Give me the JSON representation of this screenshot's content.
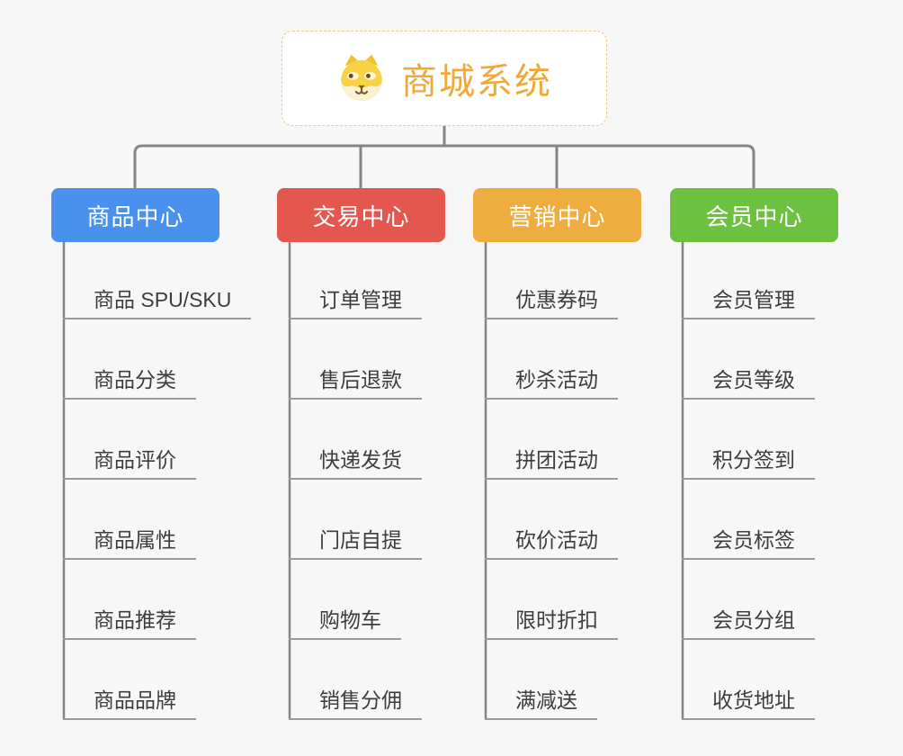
{
  "colors": {
    "background": "#f7f7f7",
    "connector": "#858585",
    "leaf_underline": "#9a9a9a",
    "leaf_text": "#3d3d3d"
  },
  "root": {
    "label": "商城系统",
    "text_color": "#f0a83b",
    "border_color": "#f3c77e",
    "icon": "dog-face-icon"
  },
  "branches": [
    {
      "label": "商品中心",
      "color": "#4a91ee",
      "children": [
        "商品 SPU/SKU",
        "商品分类",
        "商品评价",
        "商品属性",
        "商品推荐",
        "商品品牌"
      ]
    },
    {
      "label": "交易中心",
      "color": "#e4574f",
      "children": [
        "订单管理",
        "售后退款",
        "快递发货",
        "门店自提",
        "购物车",
        "销售分佣"
      ]
    },
    {
      "label": "营销中心",
      "color": "#eead3e",
      "children": [
        "优惠券码",
        "秒杀活动",
        "拼团活动",
        "砍价活动",
        "限时折扣",
        "满减送"
      ]
    },
    {
      "label": "会员中心",
      "color": "#6ec041",
      "children": [
        "会员管理",
        "会员等级",
        "积分签到",
        "会员标签",
        "会员分组",
        "收货地址"
      ]
    }
  ]
}
